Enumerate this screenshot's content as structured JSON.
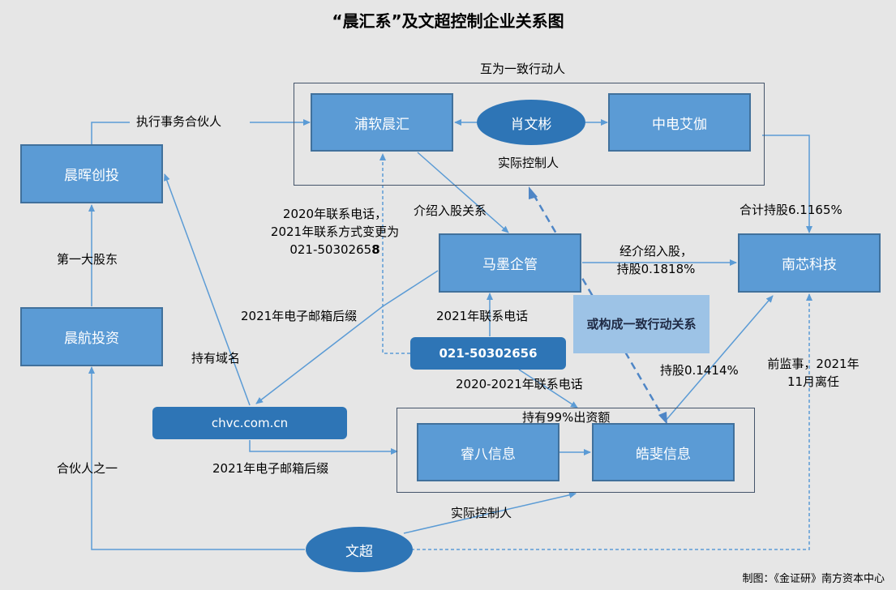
{
  "title": "“晨汇系”及文超控制企业关系图",
  "nodes": {
    "pu_ruan": "浦软晨汇",
    "xiao_wenbin": "肖文彬",
    "zhongdian_aijia": "中电艾伽",
    "chen_hui": "晨晖创投",
    "chen_hang": "晨航投资",
    "ma_mo": "马墨企管",
    "nanxin": "南芯科技",
    "phone": "021-50302656",
    "domain": "chvc.com.cn",
    "rui_ba": "睿八信息",
    "hao_fei": "皓斐信息",
    "wen_chao": "文超"
  },
  "labels": {
    "concert_group": "互为一致行动人",
    "actual_controller_top": "实际控制人",
    "exec_partner": "执行事务合伙人",
    "largest_shareholder": "第一大股东",
    "phone_change_1": "2020年联系电话，",
    "phone_change_2": "2021年联系方式变更为",
    "phone_change_3": "021-5030265",
    "phone_change_bold": "8",
    "intro_relation": "介绍入股关系",
    "total_stake": "合计持股6.1165%",
    "intro_stake_1": "经介绍入股，",
    "intro_stake_2": "持股0.1818%",
    "email_suffix_top": "2021年电子邮箱后缀",
    "phone_2021": "2021年联系电话",
    "concert_note": "或构成一致行动关系",
    "domain_owner": "持有域名",
    "phone_2020_2021": "2020-2021年联系电话",
    "stake_01414": "持股0.1414%",
    "former_supervisor_1": "前监事，2021年",
    "former_supervisor_2": "11月离任",
    "hold_99": "持有99%出资额",
    "partner_one": "合伙人之一",
    "email_suffix_bottom": "2021年电子邮箱后缀",
    "actual_controller_bottom": "实际控制人"
  },
  "credit": "制图：《金证研》南方资本中心",
  "colors": {
    "background": "#e6e6e6",
    "box_fill": "#5b9bd5",
    "dark_fill": "#2e75b6",
    "note_fill": "#9dc3e6",
    "line": "#5b9bd5"
  }
}
